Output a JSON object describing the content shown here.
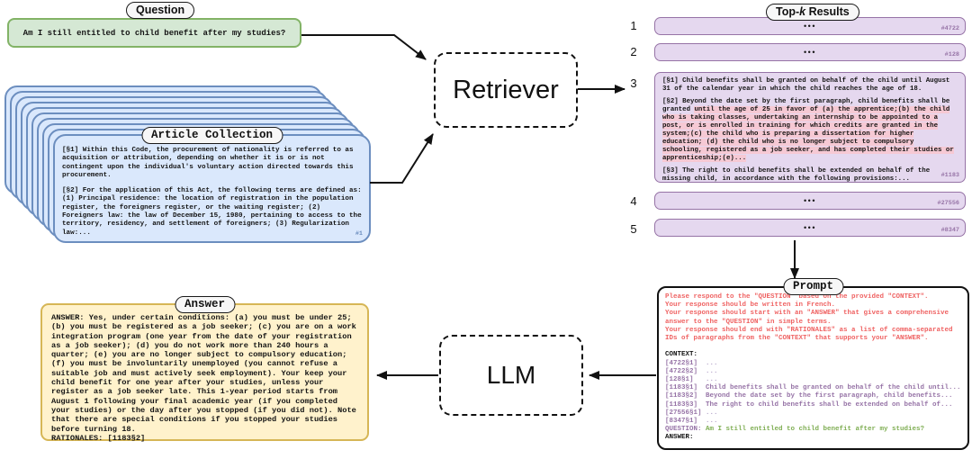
{
  "colors": {
    "question_fill": "#d5e8d4",
    "question_border": "#82b366",
    "article_fill": "#dae8fc",
    "article_border": "#6c8ebf",
    "result_fill": "#e5d8ef",
    "result_border": "#9673a6",
    "answer_fill": "#fff2cc",
    "answer_border": "#d6b656",
    "highlight_pink": "#f6c9d4",
    "prompt_instruction_red": "#ef6262",
    "context_purple": "#9673a6",
    "question_green": "#7fae53"
  },
  "question": {
    "label": "Question",
    "text": "Am I still entitled to child benefit after my studies?"
  },
  "article_collection": {
    "label": "Article Collection",
    "p1": "[§1] Within this Code, the procurement of nationality is referred to as acquisition or attribution, depending on whether it is or is not contingent upon the individual's voluntary action directed towards this procurement.",
    "p2": "[§2] For the application of this Act, the following terms are defined as: (1) Principal residence: the location of registration in the population register, the foreigners register, or the waiting register; (2) Foreigners law: the law of December 15, 1980, pertaining to access to the territory, residency, and settlement of foreigners; (3) Regularization law:...",
    "tag": "#1"
  },
  "retriever": {
    "label": "Retriever"
  },
  "llm": {
    "label": "LLM"
  },
  "topk": {
    "label_pre": "Top-",
    "label_k": "k",
    "label_post": " Results",
    "results": [
      {
        "rank": "1",
        "body": "•••",
        "tag": "#4722"
      },
      {
        "rank": "2",
        "body": "•••",
        "tag": "#128"
      },
      {
        "rank": "3",
        "tag": "#1183",
        "p1": "[§1] Child benefits shall be granted on behalf of the child until August 31 of the calendar year in which the child reaches the age of 18.",
        "p2_pre": "[§2] Beyond the date set by the first paragraph, child benefits shall be granted ",
        "p2_highlight": "until the age of 25 in favor of (a) the apprentice;(b) the child who is taking classes, undertaking an internship to be appointed to a post, or is enrolled in training for which credits are granted in the system;(c) the child who is preparing a dissertation for higher education; (d) the child who is no longer subject to compulsory schooling, registered as a job seeker, and has completed their studies or apprenticeship;(e)...",
        "p3": "[§3] The right to child benefits shall be extended on behalf of the missing child, in accordance with the following provisions:..."
      },
      {
        "rank": "4",
        "body": "•••",
        "tag": "#27556"
      },
      {
        "rank": "5",
        "body": "•••",
        "tag": "#8347"
      }
    ]
  },
  "prompt": {
    "label": "Prompt",
    "instructions": [
      "Please respond to the \"QUESTION\" based on the provided \"CONTEXT\".",
      "Your response should be written in French.",
      "Your response should start with an \"ANSWER\" that gives a comprehensive answer to the \"QUESTION\" in simple terms.",
      "Your response should end with \"RATIONALES\" as a list of comma-separated IDs of paragraphs from the \"CONTEXT\" that supports your \"ANSWER\"."
    ],
    "context_label": "CONTEXT:",
    "context_lines": [
      {
        "id": "[4722§1]",
        "text": "..."
      },
      {
        "id": "[4722§2]",
        "text": "..."
      },
      {
        "id": "[128§1]",
        "text": "..."
      },
      {
        "id": "[1183§1]",
        "text": "Child benefits shall be granted on behalf of the child until..."
      },
      {
        "id": "[1183§2]",
        "text": "Beyond the date set by the first paragraph, child benefits..."
      },
      {
        "id": "[1183§3]",
        "text": "The right to child benefits shall be extended on behalf of..."
      },
      {
        "id": "[27556§1]",
        "text": "..."
      },
      {
        "id": "[8347§1]",
        "text": "..."
      }
    ],
    "question_label": "QUESTION:",
    "question_text": "Am I still entitled to child benefit after my studies?",
    "answer_label": "ANSWER:"
  },
  "answer": {
    "label": "Answer",
    "text": "ANSWER: Yes, under certain conditions: (a) you must be under 25; (b) you must be registered as a job seeker; (c) you are on a work integration program (one year from the date of your registration as a job seeker); (d) you do not work more than 240 hours a quarter; (e) you are no longer subject to compulsory education; (f) you must be involuntarily unemployed (you cannot refuse a suitable job and must actively seek employment). Your keep your child benefit for one year after your studies, unless your register as a job seeker late. This 1-year period starts from August 1 following your final academic year (if you completed your studies) or the day after you stopped (if you did not). Note that there are special conditions if you stopped your studies before turning 18.",
    "rationales": "RATIONALES: [1183§2]"
  }
}
